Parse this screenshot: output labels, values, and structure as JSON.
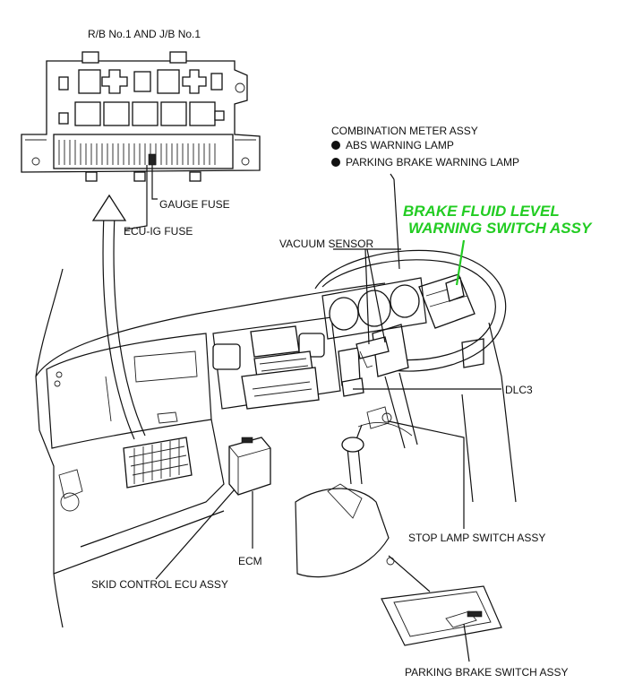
{
  "labels": {
    "rb_jb": "R/B No.1 AND J/B No.1",
    "gauge_fuse": "GAUGE FUSE",
    "ecu_ig_fuse": "ECU-IG FUSE",
    "combination_meter": "COMBINATION METER ASSY",
    "abs_lamp": "ABS WARNING LAMP",
    "parking_lamp": "PARKING BRAKE WARNING LAMP",
    "brake_fluid_line1": "BRAKE FLUID LEVEL",
    "brake_fluid_line2": "WARNING SWITCH ASSY",
    "vacuum_sensor": "VACUUM SENSOR",
    "dlc3": "DLC3",
    "stop_lamp": "STOP LAMP SWITCH ASSY",
    "ecm": "ECM",
    "skid_control": "SKID CONTROL ECU ASSY",
    "parking_brake_switch": "PARKING BRAKE SWITCH ASSY"
  },
  "colors": {
    "highlight": "#22cc22",
    "ink": "#111111"
  }
}
